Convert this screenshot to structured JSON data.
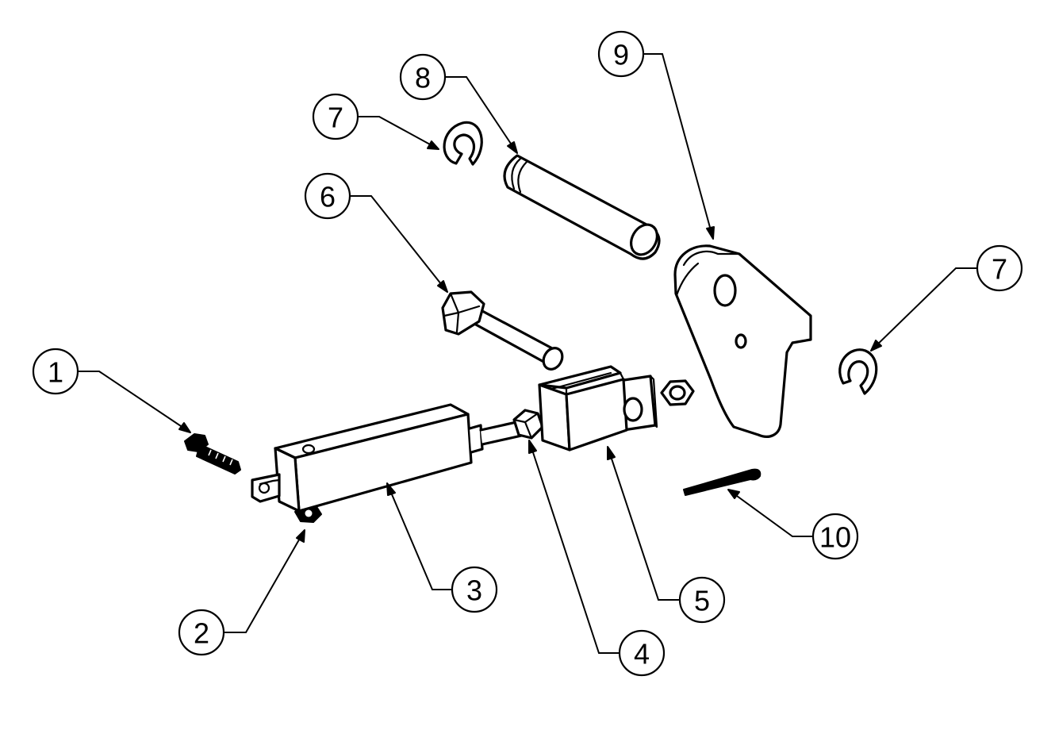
{
  "diagram": {
    "callouts": [
      {
        "id": "callout-1",
        "label": "1"
      },
      {
        "id": "callout-2",
        "label": "2"
      },
      {
        "id": "callout-3",
        "label": "3"
      },
      {
        "id": "callout-4",
        "label": "4"
      },
      {
        "id": "callout-5",
        "label": "5"
      },
      {
        "id": "callout-6",
        "label": "6"
      },
      {
        "id": "callout-7a",
        "label": "7"
      },
      {
        "id": "callout-7b",
        "label": "7"
      },
      {
        "id": "callout-8",
        "label": "8"
      },
      {
        "id": "callout-9",
        "label": "9"
      },
      {
        "id": "callout-10",
        "label": "10"
      }
    ]
  }
}
